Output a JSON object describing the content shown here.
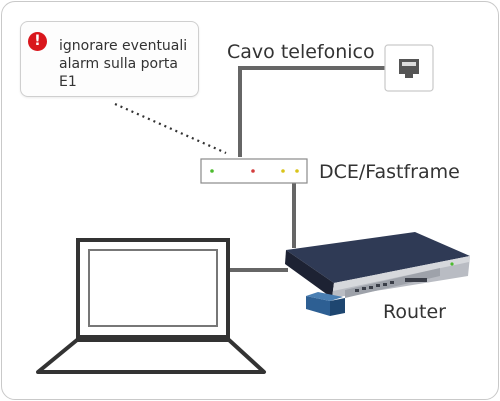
{
  "callout": {
    "icon": "alert-icon",
    "icon_glyph": "!",
    "lines": [
      "ignorare eventuali",
      "alarm sulla porta",
      "E1"
    ]
  },
  "labels": {
    "cable": "Cavo telefonico",
    "dce": "DCE/Fastframe",
    "router": "Router"
  },
  "icons": {
    "phone_jack": "phone-jack-icon",
    "dce_device": "dce-device-icon",
    "router_device": "router-icon",
    "laptop": "laptop-icon"
  },
  "colors": {
    "cable": "#666666",
    "alert": "#d9161c",
    "led_green": "#4cbb2e",
    "led_red": "#d33d3d",
    "led_yellow": "#d9c41a"
  }
}
